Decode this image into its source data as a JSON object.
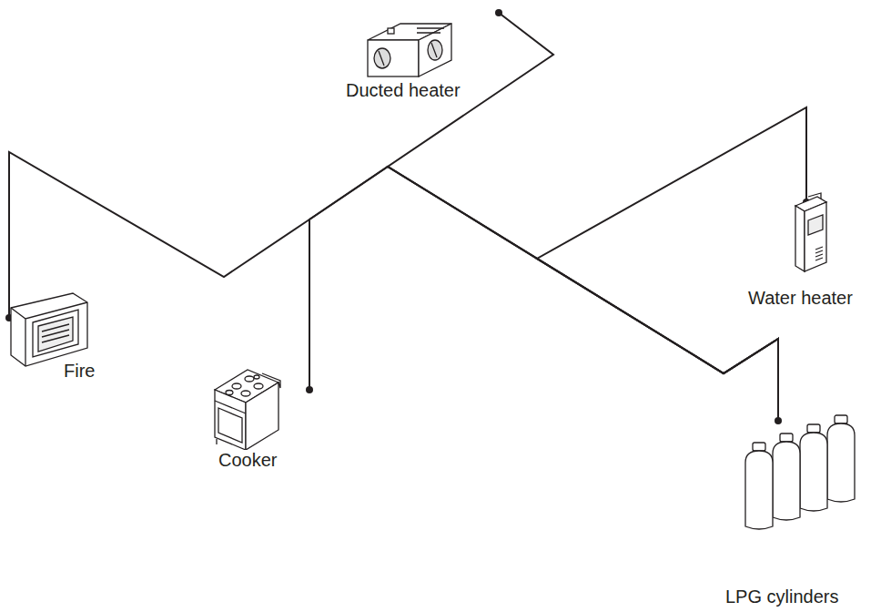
{
  "diagram": {
    "nodes": [
      {
        "text": [
          "Ducted heater"
        ]
      },
      {
        "text": [
          "Fire"
        ]
      },
      {
        "text": [
          "Cooker"
        ]
      },
      {
        "text": [
          "Water heater"
        ]
      },
      {
        "text": [
          "LPG cylinders"
        ]
      }
    ],
    "edges": [
      {
        "from": 4,
        "to": 0,
        "arrow": "none"
      },
      {
        "from": 4,
        "to": 1,
        "arrow": "none"
      },
      {
        "from": 4,
        "to": 2,
        "arrow": "none"
      },
      {
        "from": 4,
        "to": 3,
        "arrow": "none"
      }
    ]
  }
}
